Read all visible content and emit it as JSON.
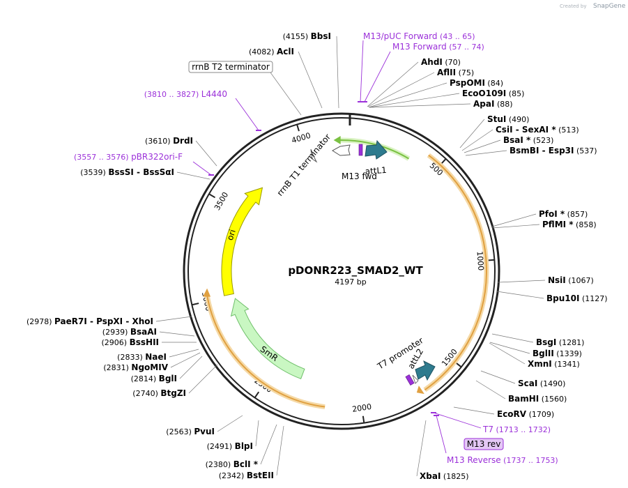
{
  "watermark": {
    "prefix": "Created by",
    "brand": "SnapGene"
  },
  "plasmid": {
    "name": "pDONR223_SMAD2_WT",
    "size_label": "4197 bp",
    "length": 4197
  },
  "colors": {
    "backbone": "#222222",
    "enzyme": "#000000",
    "primer": "#9b30d9",
    "ori": "#ffff00",
    "smr": "#c9f7c2",
    "att": "#2e7b8e",
    "orange_arc": "#e0a040",
    "green_arc": "#7ac142"
  },
  "ticks": [
    {
      "pos": 500,
      "label": "500"
    },
    {
      "pos": 1000,
      "label": "1000"
    },
    {
      "pos": 1500,
      "label": "1500"
    },
    {
      "pos": 2000,
      "label": "2000"
    },
    {
      "pos": 2500,
      "label": "2500"
    },
    {
      "pos": 3000,
      "label": "3000"
    },
    {
      "pos": 3500,
      "label": "3500"
    },
    {
      "pos": 4000,
      "label": "4000"
    }
  ],
  "enzymes": [
    {
      "name": "BbsI",
      "pos_label": "(4155)",
      "pos": 4155
    },
    {
      "name": "AclI",
      "pos_label": "(4082)",
      "pos": 4082
    },
    {
      "name": "AhdI",
      "pos_label": "(70)",
      "pos": 70
    },
    {
      "name": "AflII",
      "pos_label": "(75)",
      "pos": 75
    },
    {
      "name": "PspOMI",
      "pos_label": "(84)",
      "pos": 84
    },
    {
      "name": "EcoO109I",
      "pos_label": "(85)",
      "pos": 85
    },
    {
      "name": "ApaI",
      "pos_label": "(88)",
      "pos": 88
    },
    {
      "name": "StuI",
      "pos_label": "(490)",
      "pos": 490
    },
    {
      "name": "CsiI",
      "name2": "SexAI *",
      "pos_label": "(513)",
      "pos": 513
    },
    {
      "name": "BsaI *",
      "pos_label": "(523)",
      "pos": 523
    },
    {
      "name": "BsmBI",
      "name2": "Esp3I",
      "pos_label": "(537)",
      "pos": 537
    },
    {
      "name": "PfoI *",
      "pos_label": "(857)",
      "pos": 857
    },
    {
      "name": "PflMI *",
      "pos_label": "(858)",
      "pos": 858
    },
    {
      "name": "NsiI",
      "pos_label": "(1067)",
      "pos": 1067
    },
    {
      "name": "Bpu10I",
      "pos_label": "(1127)",
      "pos": 1127
    },
    {
      "name": "BsgI",
      "pos_label": "(1281)",
      "pos": 1281
    },
    {
      "name": "BglII",
      "pos_label": "(1339)",
      "pos": 1339
    },
    {
      "name": "XmnI",
      "pos_label": "(1341)",
      "pos": 1341
    },
    {
      "name": "ScaI",
      "pos_label": "(1490)",
      "pos": 1490
    },
    {
      "name": "BamHI",
      "pos_label": "(1560)",
      "pos": 1560
    },
    {
      "name": "EcoRV",
      "pos_label": "(1709)",
      "pos": 1709
    },
    {
      "name": "XbaI",
      "pos_label": "(1825)",
      "pos": 1825
    },
    {
      "name": "BstEII",
      "pos_label": "(2342)",
      "pos": 2342
    },
    {
      "name": "BclI *",
      "pos_label": "(2380)",
      "pos": 2380
    },
    {
      "name": "BlpI",
      "pos_label": "(2491)",
      "pos": 2491
    },
    {
      "name": "PvuI",
      "pos_label": "(2563)",
      "pos": 2563
    },
    {
      "name": "BtgZI",
      "pos_label": "(2740)",
      "pos": 2740
    },
    {
      "name": "BglI",
      "pos_label": "(2814)",
      "pos": 2814
    },
    {
      "name": "NgoMIV",
      "pos_label": "(2831)",
      "pos": 2831
    },
    {
      "name": "NaeI",
      "pos_label": "(2833)",
      "pos": 2833
    },
    {
      "name": "BssHII",
      "pos_label": "(2906)",
      "pos": 2906
    },
    {
      "name": "BsaAI",
      "pos_label": "(2939)",
      "pos": 2939
    },
    {
      "name": "PaeR7I",
      "name2": "PspXI",
      "name3": "XhoI",
      "pos_label": "(2978)",
      "pos": 2978
    },
    {
      "name": "BssSI",
      "name2": "BssSαI",
      "pos_label": "(3539)",
      "pos": 3539
    },
    {
      "name": "DrdI",
      "pos_label": "(3610)",
      "pos": 3610
    }
  ],
  "primers": [
    {
      "name": "M13/pUC Forward",
      "range": "(43 .. 65)",
      "pos": 54
    },
    {
      "name": "M13 Forward",
      "range": "(57 .. 74)",
      "pos": 65
    },
    {
      "name": "L4440",
      "range": "(3810 .. 3827)",
      "pos": 3818
    },
    {
      "name": "pBR322ori-F",
      "range": "(3557 .. 3576)",
      "pos": 3566
    },
    {
      "name": "T7",
      "range": "(1713 .. 1732)",
      "pos": 1722
    },
    {
      "name": "M13 Reverse",
      "range": "(1737 .. 1753)",
      "pos": 1745
    }
  ],
  "boxed_label": "M13 rev",
  "features": {
    "ori": "ori",
    "smr": "SmR",
    "rrnb_t2": "rrnB T2 terminator",
    "rrnb_t1": "rrnB T1 terminator",
    "attl1": "attL1",
    "m13_fwd": "M13 fwd",
    "t7_promoter": "T7 promoter",
    "attl2": "attL2"
  }
}
